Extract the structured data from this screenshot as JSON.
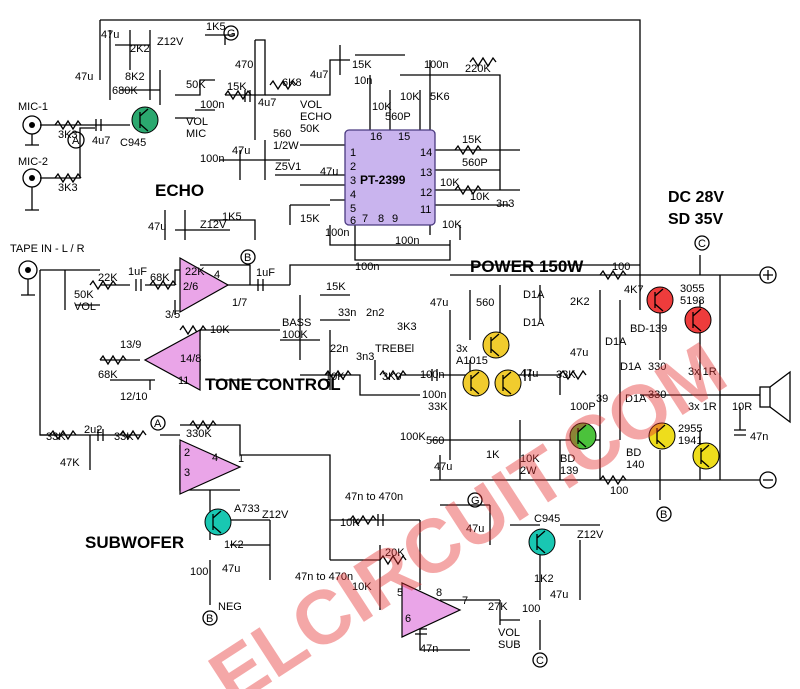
{
  "watermark": "ELCIRCUIT.COM",
  "sections": {
    "echo": "ECHO",
    "power": "POWER 150W",
    "tone": "TONE CONTROL",
    "sub": "SUBWOFER"
  },
  "supply": {
    "dc": "DC 28V",
    "sd": "SD 35V"
  },
  "inputs": {
    "mic1": "MIC-1",
    "mic2": "MIC-2",
    "tape": "TAPE IN - L / R"
  },
  "ic": {
    "pt2399": "PT-2399"
  },
  "pins": {
    "p16": "16",
    "p15": "15",
    "p14": "14",
    "p13": "13",
    "p12": "12",
    "p11": "11",
    "p1": "1",
    "p2": "2",
    "p3": "3",
    "p4": "4",
    "p5": "5",
    "p6": "6",
    "p7": "7",
    "p8": "8",
    "p9": "9"
  },
  "opamps": {
    "u1_a": "2/6",
    "u1_b": "3/5",
    "u1_c": "4",
    "u1_d": "1/7",
    "u2_a": "13/9",
    "u2_b": "14/8",
    "u2_c": "12/10",
    "u2_d": "11",
    "u3_a": "2",
    "u3_b": "3",
    "u3_c": "4",
    "u3_d": "1",
    "u4_a": "5",
    "u4_b": "6",
    "u4_c": "8",
    "u4_d": "7"
  },
  "nodes": {
    "A": "A",
    "B": "B",
    "C": "C",
    "G": "G"
  },
  "labels": {
    "r1k5a": "1K5",
    "c47u_a": "47u",
    "r2k2a": "2K2",
    "z12a": "Z12V",
    "c47u_b": "47u",
    "r8k2": "8K2",
    "r680k": "680K",
    "r50k_a": "50K",
    "r470": "470",
    "r15k_a": "15K",
    "c4u7_a": "4u7",
    "c100n_a": "100n",
    "volmic": "VOL\nMIC",
    "r3k3_a": "3K3",
    "c4u7_b": "4u7",
    "c945_a": "C945",
    "r3k3_b": "3K3",
    "r6k8": "6K8",
    "c4u7_c": "4u7",
    "volecho": "VOL\nECHO\n50K",
    "r15k_b": "15K",
    "c10n": "10n",
    "c100n_b": "100n",
    "r220k": "220K",
    "r10k_a": "10K",
    "r10k_b": "10K",
    "c560p_a": "560P",
    "r5k6": "5K6",
    "r560": "560\n1/2W",
    "z5v1": "Z5V1",
    "c100n_c": "100n",
    "c47u_c": "47u",
    "c47u_d": "47u",
    "r15k_c": "15K",
    "c560p_b": "560P",
    "r10k_c": "10K",
    "r10k_d": "10K",
    "c3n3_a": "3n3",
    "r15k_d": "15K",
    "c100n_d": "100n",
    "c100n_e": "100n",
    "c100n_f": "100n",
    "r10k_e": "10K",
    "c47u_e": "47u",
    "z12b": "Z12V",
    "r1k5b": "1K5",
    "r22k_a": "22K",
    "c1u_a": "1uF",
    "r68k_a": "68K",
    "r22k_b": "22K",
    "r50kvol": "50K\nVOL",
    "c1u_b": "1uF",
    "r15k_e": "15K",
    "c33n": "33n",
    "c2n2": "2n2",
    "r3k3_c": "3K3",
    "r10k_f": "10K",
    "bass": "BASS\n100K",
    "c22n": "22n",
    "c3n3_b": "3n3",
    "trebel": "TREBEl",
    "r68k_b": "68K",
    "r10k_g": "10K",
    "r3k9": "3K9",
    "c100n_g": "100n",
    "r33k_a": "33K",
    "c2u2": "2u2",
    "r33k_b": "33K",
    "r47k": "47K",
    "r330k": "330K",
    "a733": "A733",
    "z12c": "Z12V",
    "r1k2_a": "1K2",
    "r100_a": "100",
    "c47u_f": "47u",
    "neg": "NEG",
    "c47n470_a": "47n to 470n",
    "r10k_h": "10K",
    "c47n470_b": "47n to 470n",
    "r20k": "20K",
    "r10k_i": "10K",
    "c47n_c": "47n",
    "r27k": "27K",
    "volsub": "VOL\nSUB",
    "c47u_g": "47u",
    "c945_b": "C945",
    "z12d": "Z12V",
    "r1k2_b": "1K2",
    "c47u_h": "47u",
    "r100_b": "100",
    "r100_c": "100",
    "c47u_i": "47u",
    "r560_b": "560",
    "d1a_a": "D1A",
    "d1a_b": "D1A",
    "r2k2_b": "2K2",
    "r4k7": "4K7",
    "bd139_a": "BD-139",
    "t3055": "3055\n5198",
    "a1015": "3x\nA1015",
    "c47u_j": "47u",
    "d1a_c": "D1A",
    "d1a_d": "D1A",
    "r33k_c": "33K",
    "r330_a": "330",
    "r3x1r_a": "3x 1R",
    "c47u_k": "47u",
    "r100_d": "100",
    "r330_b": "330",
    "r33k_d": "33K",
    "r100k": "100K",
    "r560_c": "560",
    "c100p": "100P",
    "c39": "39",
    "d1a_e": "D1A",
    "r1k": "1K",
    "r10k2w": "10K\n2W",
    "bd139_b": "BD\n139",
    "bd140": "BD\n140",
    "t2955": "2955\n1941",
    "r3x1r_b": "3x 1R",
    "r10r": "10R",
    "c47n_d": "47n",
    "c47u_l": "47u",
    "r100_e": "100"
  }
}
